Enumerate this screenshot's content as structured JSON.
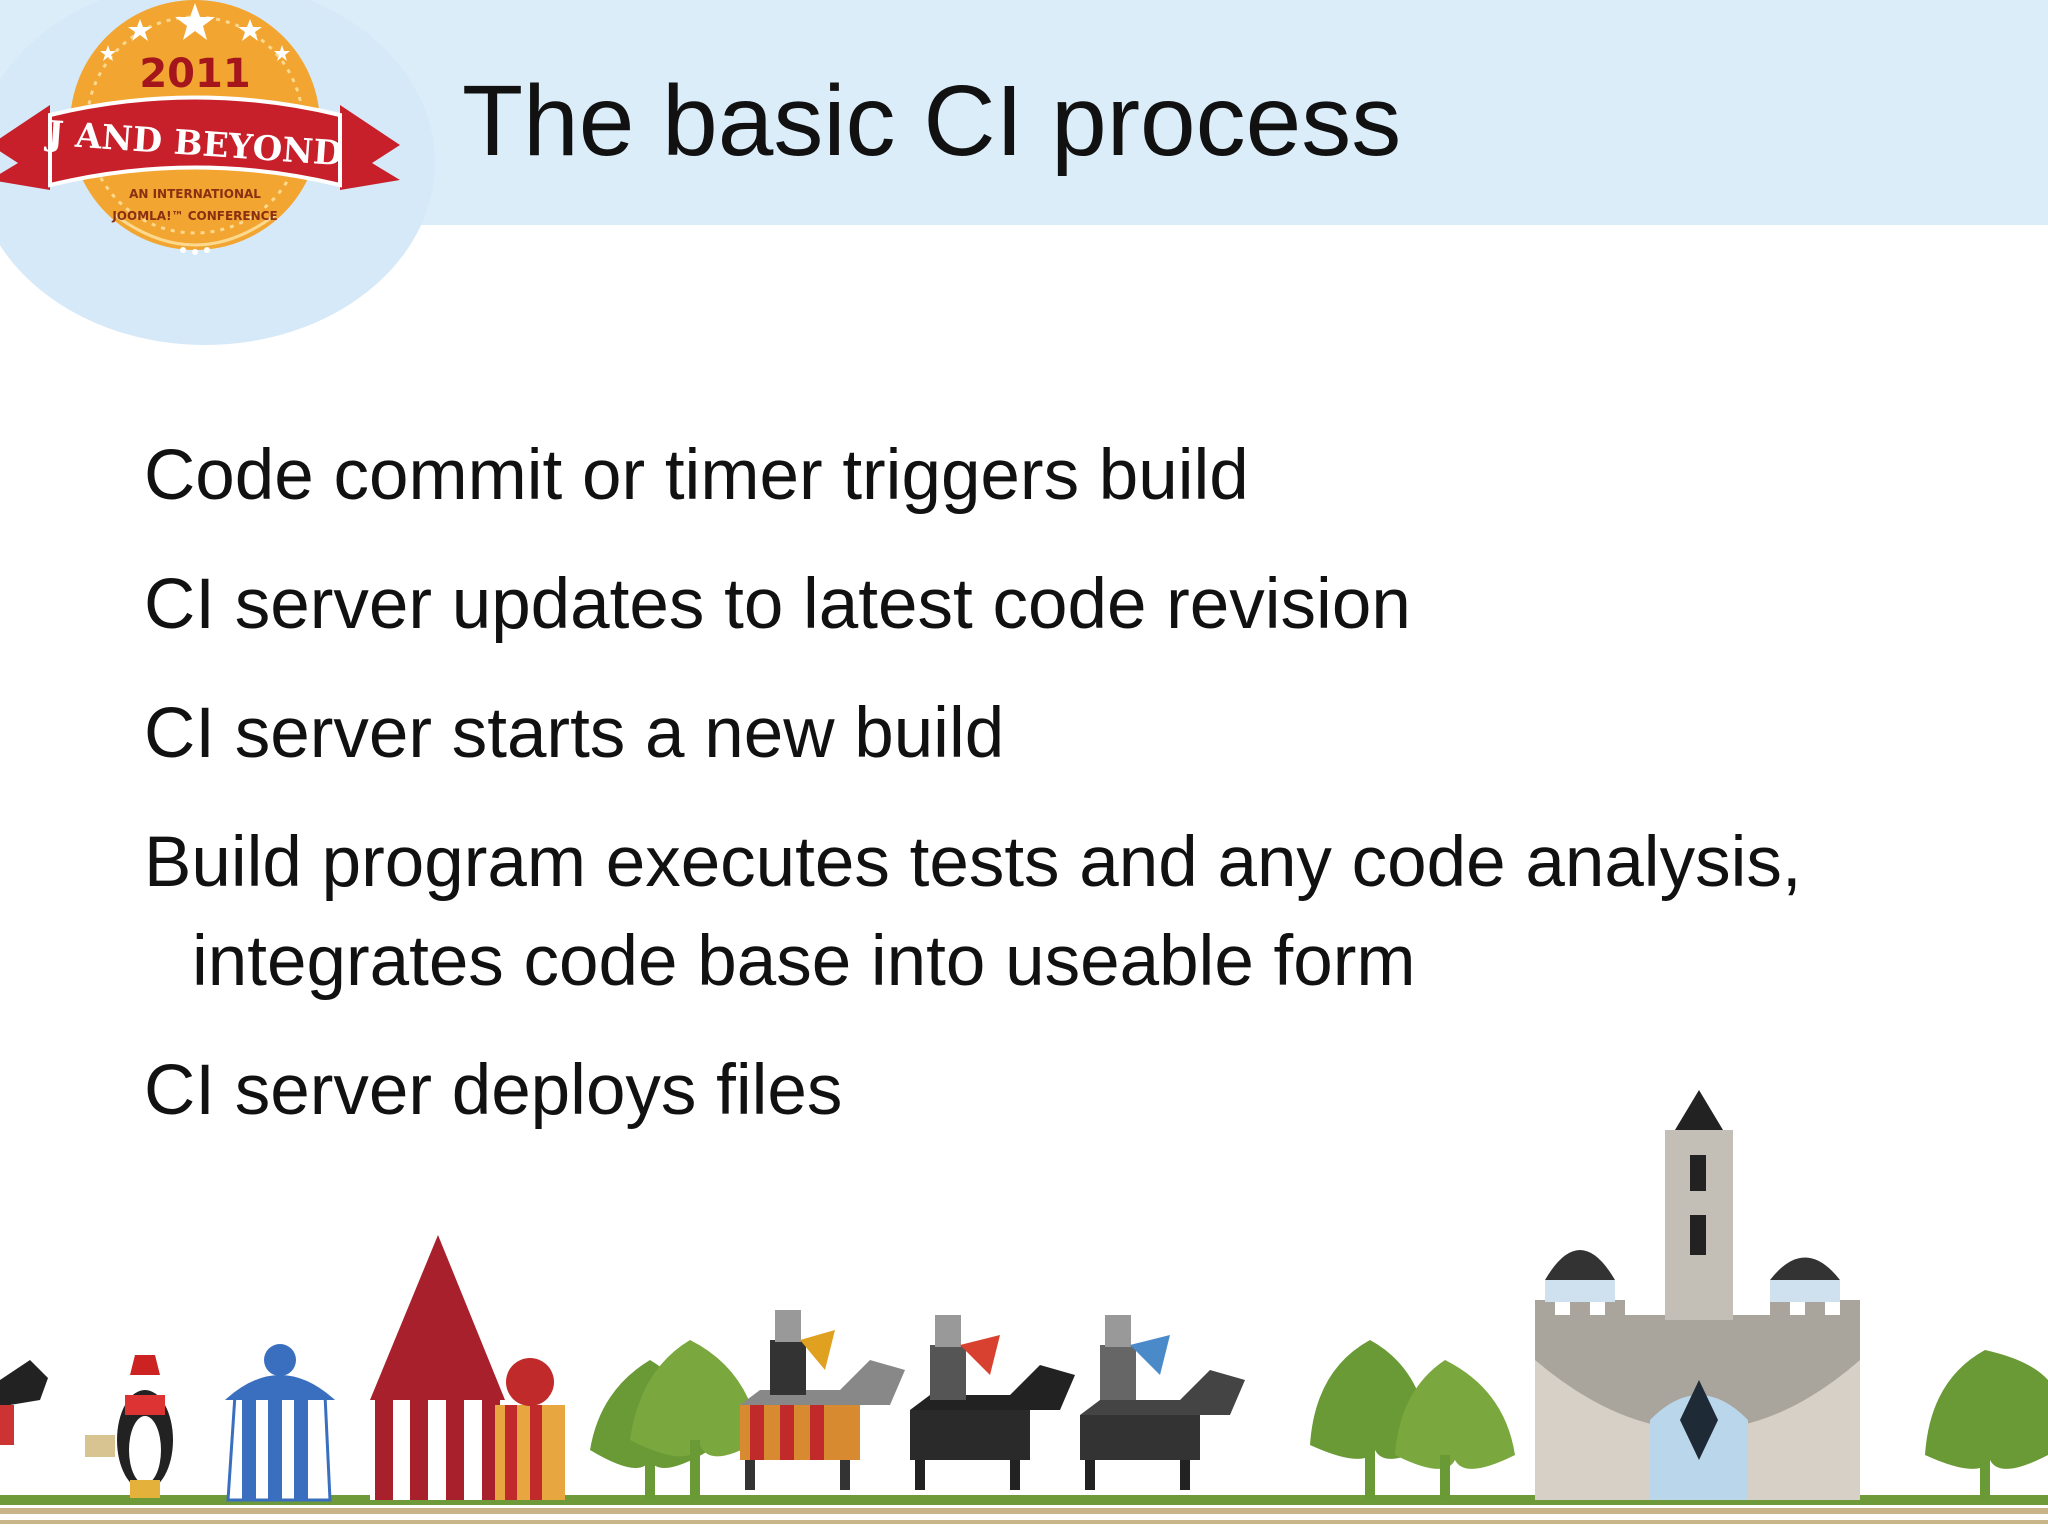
{
  "logo": {
    "year": "2011",
    "banner": "J AND BEYOND",
    "subtitle_line1": "AN INTERNATIONAL",
    "subtitle_line2": "JOOMLA!™ CONFERENCE",
    "icon": "conference-badge-logo",
    "colors": {
      "badge": "#f2a531",
      "banner": "#c8202a"
    }
  },
  "title": "The basic CI process",
  "bullets": [
    {
      "lines": [
        "Code commit or timer triggers build"
      ]
    },
    {
      "lines": [
        "CI server updates to latest code revision"
      ]
    },
    {
      "lines": [
        "CI server starts a new build"
      ]
    },
    {
      "lines": [
        "Build program executes tests and any code analysis,",
        "integrates code base into useable form"
      ]
    },
    {
      "lines": [
        "CI server deploys files"
      ]
    }
  ],
  "decoration": {
    "icon": "medieval-joust-castle-illustration",
    "colors": {
      "tree": "#6a9a36",
      "tent_red": "#a8202c",
      "tent_blue": "#3a6fc0",
      "castle": "#a9a49c"
    }
  }
}
